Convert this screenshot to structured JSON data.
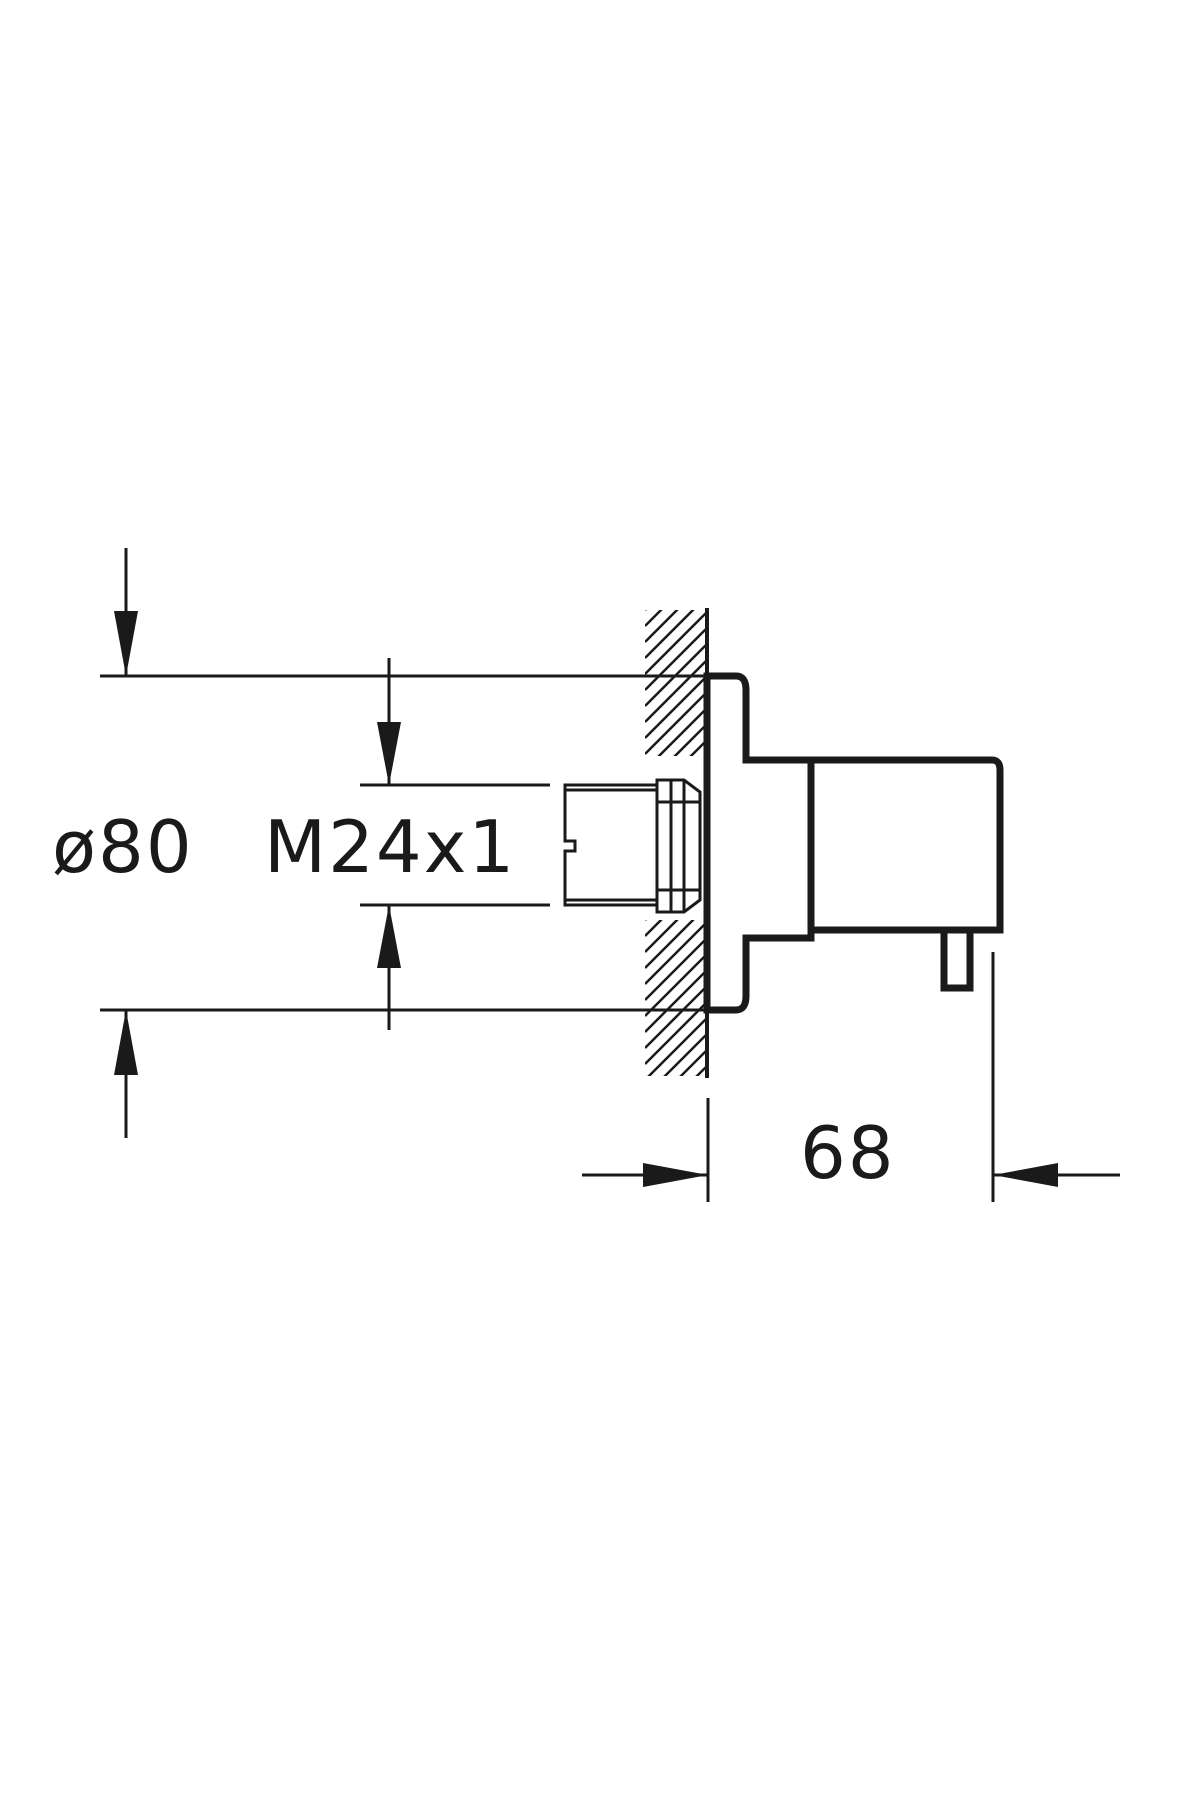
{
  "labels": {
    "outer_diameter": "ø80",
    "thread": "M24x1",
    "depth": "68"
  }
}
